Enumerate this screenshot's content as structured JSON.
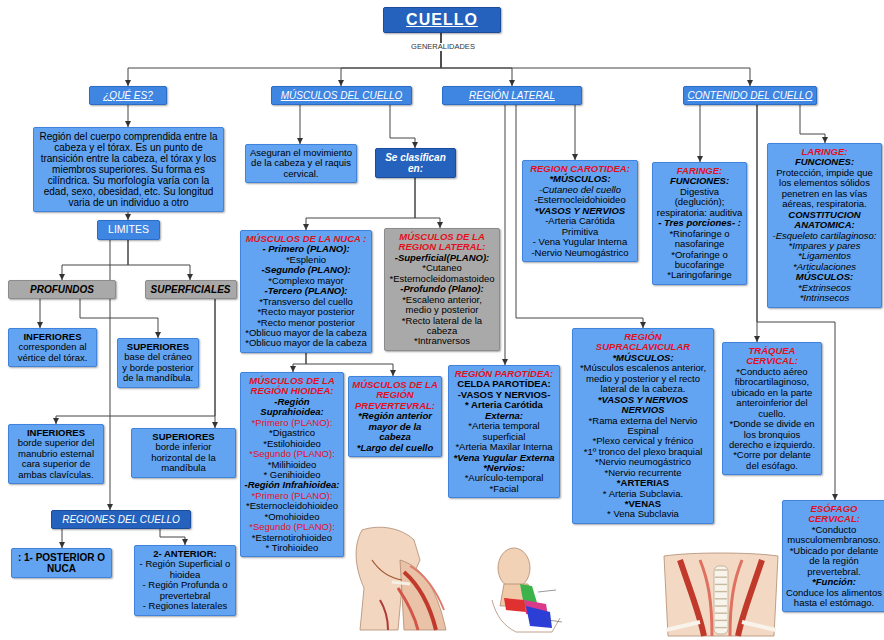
{
  "diagram": {
    "nodes": [
      {
        "text": [
          "CUELLO"
        ]
      },
      {
        "text": [
          "¿QUÉ ES?"
        ]
      },
      {
        "text": [
          "MÚSCULOS DEL CUELLO"
        ]
      },
      {
        "text": [
          "REGIÓN LATERAL"
        ]
      },
      {
        "text": [
          "CONTENIDO DEL CUELLO"
        ]
      },
      {
        "text": [
          "Región del cuerpo comprendida entre la cabeza y el tórax. Es un punto de transición entre la cabeza, el tórax y los miembros superiores. Su forma es cilíndrica. Su morfología varía con la edad, sexo, obesidad, etc. Su longitud varia de un individuo a otro"
        ]
      },
      {
        "text": [
          "LIMITES"
        ]
      },
      {
        "text": [
          "PROFUNDOS"
        ]
      },
      {
        "text": [
          "SUPERFICIALES"
        ]
      },
      {
        "text": [
          "INFERIORES",
          "corresponden al vértice del tórax."
        ]
      },
      {
        "text": [
          "SUPERIORES",
          "base del cráneo y borde posterior de la mandíbula."
        ]
      },
      {
        "text": [
          "INFERIORES",
          "borde superior del manubrio esternal cara superior de ambas clavículas."
        ]
      },
      {
        "text": [
          "SUPERIORES",
          "borde inferior horizontal de la mandíbula"
        ]
      },
      {
        "text": [
          "REGIONES DEL CUELLO"
        ]
      },
      {
        "text": [
          ": 1- POSTERIOR O NUCA"
        ]
      },
      {
        "text": [
          "2- ANTERIOR:",
          "- Región Superficial o hioidea",
          "- Región Profunda o prevertebral",
          "- Regiones laterales"
        ]
      },
      {
        "text": [
          "Aseguran el movimiento de la cabeza y el raquis cervical."
        ]
      },
      {
        "text": [
          "Se clasifican en:"
        ]
      },
      {
        "text": [
          "MÚSCULOS DE LA NUCA :",
          "- Primero (PLANO):",
          "*Esplenio",
          "-Segundo (PLANO):",
          "*Complexo mayor",
          "-Tercero (PLANO):",
          "*Transverso del cuello",
          "*Recto mayor posterior",
          "*Recto menor posterior",
          "*Oblicuo mayor de la cabeza",
          "*Oblicuo mayor de la cabeza"
        ]
      },
      {
        "text": [
          "MÚSCULOS DE LA REGION LATERAL:",
          "-Superficial(PLANO):",
          "*Cutaneo",
          "*Esternocleidomastoideo",
          "-Profundo (Plano):",
          "*Escaleno anterior, medio y posterior",
          "*Recto lateral de la cabeza",
          "*Intranversos"
        ]
      },
      {
        "text": [
          "MÚSCULOS DE LA REGIÓN HIOIDEA:",
          "-Región Suprahioidea:",
          "*Primero (PLANO):",
          "*Digastrico",
          "*Estilohioideo",
          "*Segundo (PLANO):",
          "*Milihioideo",
          "* Genihioideo",
          "-Región Infrahioidea:",
          "*Primero (PLANO):",
          "*Esternocleidohioideo",
          "*Omohioideo",
          "*Segundo (PLANO):",
          "*Esternotirohioideo",
          "* Tirohioideo"
        ]
      },
      {
        "text": [
          "MÚSCULOS DE LA REGIÓN PREVERTEVRAL:",
          "*Región anterior mayor de la cabeza",
          "*Largo del cuello"
        ]
      },
      {
        "text": [
          "REGION CAROTIDEA:",
          "*MÚSCULOS:",
          "-Cutaneo del cuello",
          "-Esternocleidohioideo",
          "*VASOS Y NERVIOS",
          "-Arteria Carótida Primitiva",
          "- Vena Yugular Interna",
          "-Nervio Neumogástrico"
        ]
      },
      {
        "text": [
          "REGIÓN PAROTÍDEA:",
          "CELDA PAROTÍDEA:",
          "-VASOS Y NERVIOS-",
          "* Arteria Carótida",
          "Externa:",
          "*Arteria temporal superficial",
          "*Arteria Maxilar Interna",
          "*Vena Yugular Externa",
          "*Nervios:",
          "*Aurículo-temporal",
          "*Facial"
        ]
      },
      {
        "text": [
          "REGIÓN SUPRACLAVICULAR",
          "*MÚSCULOS:",
          "*Músculos escalenos anterior, medio y posterior y el recto lateral de la cabeza.",
          "*VASOS Y NERVIOS",
          "NERVIOS",
          "*Rama externa del Nervio Espinal",
          "*Plexo cervical y frénico",
          "*1º tronco del plexo braquial",
          "*Nervio neumogástrico",
          "*Nervio recurrente",
          "*ARTERIAS",
          "* Arteria Subclavia.",
          "*VENAS",
          "* Vena Subclavia"
        ]
      },
      {
        "text": [
          "FARINGE:",
          "FUNCIONES:",
          "Digestiva (deglución); respiratoria: auditiva",
          "- Tres porciones- :",
          "*Rinofaringe o nasofaringe",
          "*Orofaringe o bucofaringe",
          "*Laringofaringe"
        ]
      },
      {
        "text": [
          "LARINGE:",
          "FUNCIONES:",
          "Protección, impide que los elementos sólidos penetren en las vías aéreas, respiratoria.",
          "CONSTITUCION ANATOMICA:",
          "-Esqueleto cartilaginoso:",
          "*Impares y pares",
          "*Ligamentos",
          "*Articulaciones",
          "MÚSCULOS:",
          "*Extrinsecos",
          "*Intrinsecos"
        ]
      },
      {
        "text": [
          "TRÁQUEA CERVICAL:",
          "*Conducto aéreo fibrocartilaginoso, ubicado en la parte anteroinferior del cuello.",
          "*Donde se divide en los bronquios derecho e izquierdo.",
          "*Corre por delante del esófago."
        ]
      },
      {
        "text": [
          "ESÓFAGO CERVICAL:",
          "*Conducto musculomembranoso.",
          "*Ubicado por delante de la región prevertebral.",
          "*Función:",
          "Conduce los alimentos hasta el estómago."
        ]
      }
    ],
    "edges": [
      {
        "from": 0,
        "to": 1,
        "arrow": "to"
      },
      {
        "from": 0,
        "to": 2,
        "arrow": "to"
      },
      {
        "from": 0,
        "to": 3,
        "arrow": "to"
      },
      {
        "from": 0,
        "to": 4,
        "arrow": "to"
      },
      {
        "from": 1,
        "to": 5,
        "arrow": "to"
      },
      {
        "from": 5,
        "to": 6,
        "arrow": "to"
      },
      {
        "from": 6,
        "to": 7,
        "arrow": "to"
      },
      {
        "from": 6,
        "to": 8,
        "arrow": "to"
      },
      {
        "from": 6,
        "to": 13,
        "arrow": "to"
      },
      {
        "from": 7,
        "to": 9,
        "arrow": "to"
      },
      {
        "from": 7,
        "to": 10,
        "arrow": "to"
      },
      {
        "from": 8,
        "to": 11,
        "arrow": "to"
      },
      {
        "from": 8,
        "to": 12,
        "arrow": "to"
      },
      {
        "from": 13,
        "to": 14,
        "arrow": "to"
      },
      {
        "from": 13,
        "to": 15,
        "arrow": "to"
      },
      {
        "from": 2,
        "to": 16,
        "arrow": "to"
      },
      {
        "from": 2,
        "to": 17,
        "arrow": "to"
      },
      {
        "from": 17,
        "to": 18,
        "arrow": "to"
      },
      {
        "from": 17,
        "to": 19,
        "arrow": "to"
      },
      {
        "from": 18,
        "to": 20,
        "arrow": "to"
      },
      {
        "from": 18,
        "to": 21,
        "arrow": "to"
      },
      {
        "from": 3,
        "to": 22,
        "arrow": "to"
      },
      {
        "from": 3,
        "to": 23,
        "arrow": "to"
      },
      {
        "from": 3,
        "to": 24,
        "arrow": "to"
      },
      {
        "from": 4,
        "to": 25,
        "arrow": "to"
      },
      {
        "from": 4,
        "to": 26,
        "arrow": "to"
      },
      {
        "from": 4,
        "to": 27,
        "arrow": "to"
      },
      {
        "from": 4,
        "to": 28,
        "arrow": "to"
      }
    ],
    "labels": [
      "GENERALIDADES"
    ]
  }
}
